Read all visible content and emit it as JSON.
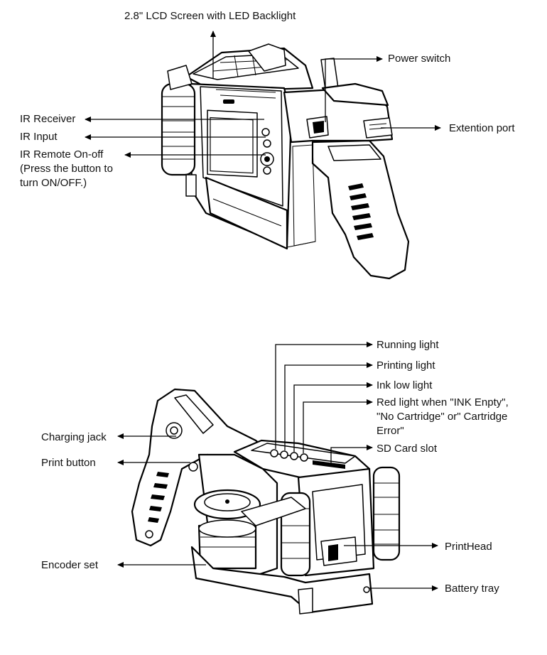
{
  "top_diagram": {
    "labels": {
      "lcd": "2.8\" LCD Screen with LED Backlight",
      "power_switch": "Power switch",
      "extension_port": "Extention port",
      "ir_receiver": "IR Receiver",
      "ir_input": "IR Input",
      "ir_remote_line1": "IR Remote On-off",
      "ir_remote_line2": "(Press the button to",
      "ir_remote_line3": "turn  ON/OFF.)"
    }
  },
  "bottom_diagram": {
    "labels": {
      "running_light": "Running light",
      "printing_light": "Printing light",
      "ink_low_light": "Ink low light",
      "red_light_line1": "Red light when \"INK Enpty\",",
      "red_light_line2": "\"No Cartridge\" or\" Cartridge",
      "red_light_line3": "Error\"",
      "sd_card_slot": "SD Card slot",
      "charging_jack": "Charging jack",
      "print_button": "Print button",
      "printhead": "PrintHead",
      "encoder_set": "Encoder set",
      "battery_tray": "Battery tray"
    }
  }
}
